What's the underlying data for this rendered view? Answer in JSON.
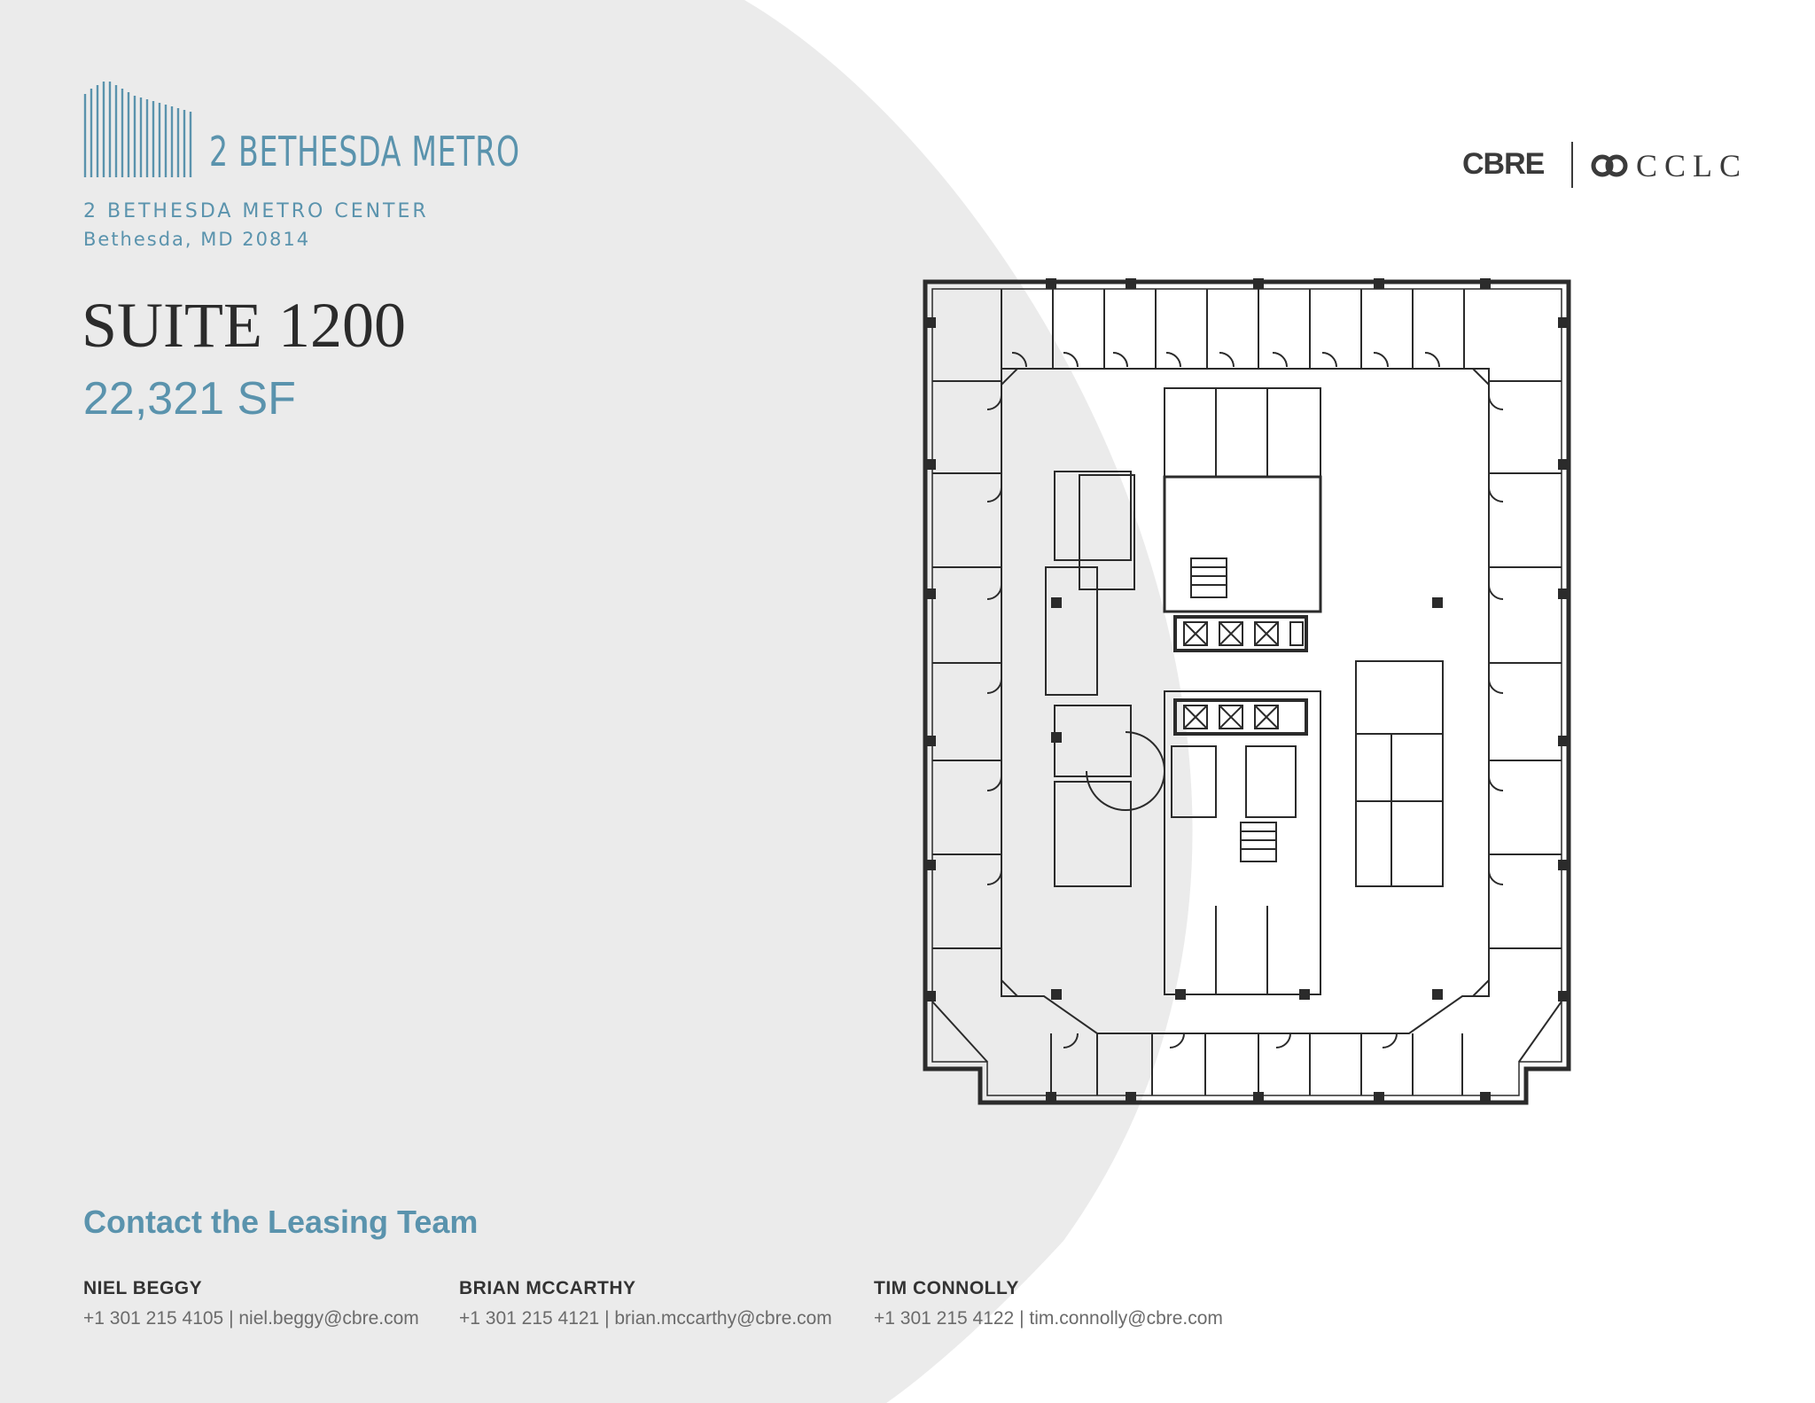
{
  "building": {
    "logo_name": "2 BETHESDA METRO",
    "address_line1": "2 BETHESDA METRO CENTER",
    "address_line2": "Bethesda, MD 20814"
  },
  "suite": {
    "title": "SUITE 1200",
    "area": "22,321 SF"
  },
  "brands": {
    "left": "CBRE",
    "right": "CCLC",
    "colors": {
      "accent": "#5a93ad",
      "text": "#2b2b2b",
      "background_shape": "#ebebeb"
    }
  },
  "floorplan": {
    "icons": [
      "stair-icon",
      "elevator-icon",
      "restroom-icon"
    ]
  },
  "contact": {
    "heading": "Contact the Leasing Team",
    "people": [
      {
        "name": "NIEL BEGGY",
        "phone": "+1 301 215 4105",
        "email": "niel.beggy@cbre.com"
      },
      {
        "name": "BRIAN MCCARTHY",
        "phone": "+1 301 215 4121",
        "email": "brian.mccarthy@cbre.com"
      },
      {
        "name": "TIM CONNOLLY",
        "phone": "+1 301 215 4122",
        "email": "tim.connolly@cbre.com"
      }
    ]
  }
}
